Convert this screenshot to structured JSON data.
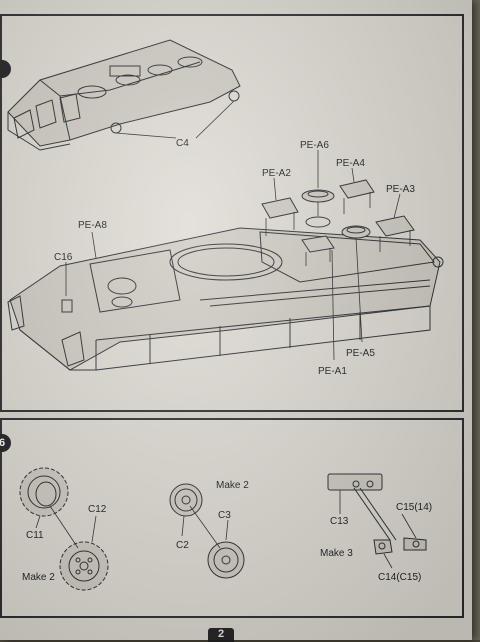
{
  "page_number": "2",
  "step_top": {
    "number": "",
    "labels": {
      "c4": "C4",
      "pe_a2": "PE-A2",
      "pe_a6": "PE-A6",
      "pe_a4": "PE-A4",
      "pe_a3": "PE-A3",
      "pe_a8": "PE-A8",
      "c16": "C16",
      "pe_a5": "PE-A5",
      "pe_a1": "PE-A1"
    }
  },
  "step_bottom": {
    "number": "6",
    "labels": {
      "c11": "C11",
      "c12": "C12",
      "make2_left": "Make 2",
      "make2_mid": "Make 2",
      "c2": "C2",
      "c3": "C3",
      "c13": "C13",
      "c15": "C15(14)",
      "make3": "Make 3",
      "c14": "C14(C15)"
    }
  }
}
